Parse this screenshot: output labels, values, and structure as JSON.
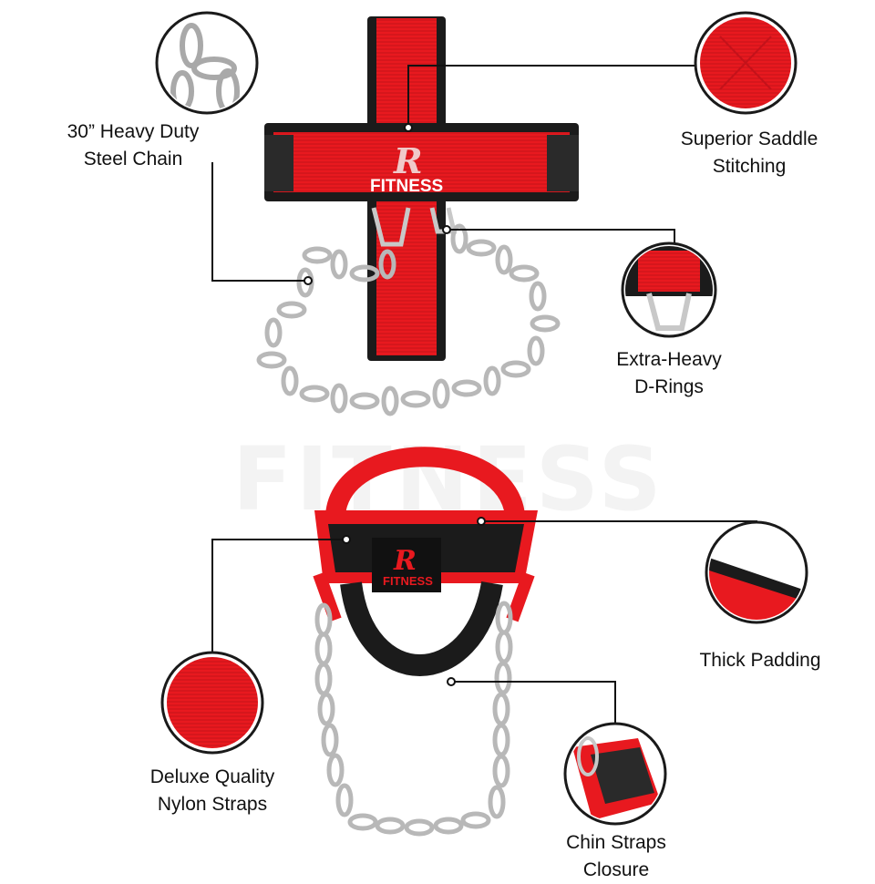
{
  "watermark": {
    "brand_text": "FITNESS"
  },
  "product_logo": {
    "letter": "R",
    "brand_text": "FITNESS"
  },
  "features": [
    {
      "id": "chain",
      "lines": [
        "30” Heavy Duty",
        "Steel Chain"
      ]
    },
    {
      "id": "stitching",
      "lines": [
        "Superior Saddle",
        "Stitching"
      ]
    },
    {
      "id": "d-rings",
      "lines": [
        "Extra-Heavy",
        "D-Rings"
      ]
    },
    {
      "id": "padding",
      "lines": [
        "Thick Padding"
      ]
    },
    {
      "id": "nylon",
      "lines": [
        "Deluxe Quality",
        "Nylon Straps"
      ]
    },
    {
      "id": "chin",
      "lines": [
        "Chin Straps",
        "Closure"
      ]
    }
  ],
  "colors": {
    "strap_red": "#e8191f",
    "padding_black": "#1b1b1b",
    "chain_silver": "#b8b8b8",
    "leader_line": "#111111"
  }
}
